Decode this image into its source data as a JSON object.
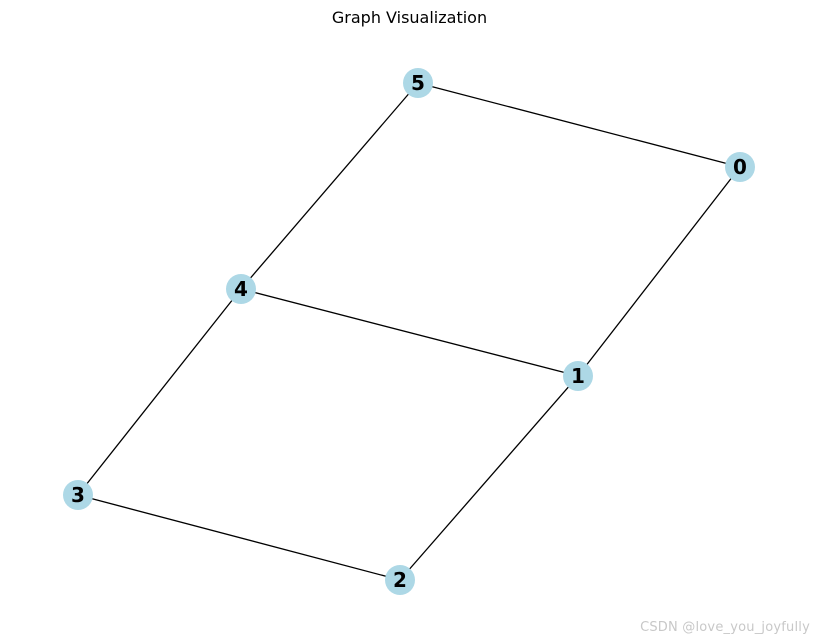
{
  "title": "Graph Visualization",
  "watermark": "CSDN @love_you_joyfully",
  "colors": {
    "node_fill": "#add8e6",
    "edge": "#000000",
    "label": "#000000",
    "watermark": "#c8c8c8"
  },
  "graph": {
    "nodes": [
      "0",
      "1",
      "2",
      "3",
      "4",
      "5"
    ],
    "edges": [
      [
        "0",
        "5"
      ],
      [
        "0",
        "1"
      ],
      [
        "1",
        "4"
      ],
      [
        "1",
        "2"
      ],
      [
        "2",
        "3"
      ],
      [
        "3",
        "4"
      ],
      [
        "4",
        "5"
      ]
    ]
  }
}
